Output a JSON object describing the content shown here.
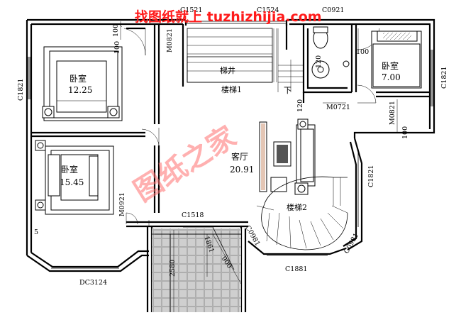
{
  "watermark": {
    "top": "找图纸就上 tuzhizhijia.com",
    "diagonal": "图纸之家"
  },
  "rooms": {
    "bedroom1": {
      "name": "卧室",
      "area": "12.25"
    },
    "bedroom2": {
      "name": "卧室",
      "area": "15.45"
    },
    "bedroom3": {
      "name": "卧室",
      "area": "7.00"
    },
    "living": {
      "name": "客厅",
      "area": "20.91"
    },
    "stairwell": "梯井",
    "stair1": "楼梯1",
    "stair2": "楼梯2",
    "down": "下"
  },
  "labels": {
    "c1521": "C1521",
    "c1524": "C1524",
    "c0921_top": "C0921",
    "c1821_left": "C1821",
    "c1821_right": "C1821",
    "c1821_mid": "C1821",
    "m0821_a": "M0821",
    "m0821_b": "M0821",
    "m0721": "M0721",
    "m0921": "M0921",
    "c1518": "C1518",
    "c0981_a": "C0981",
    "c0981_b": "C0981",
    "c1881": "C1881",
    "dc3124": "DC3124",
    "d100_a": "100",
    "d100_b": "100",
    "d100_c": "100",
    "d100_d": "100",
    "d120_a": "120",
    "d120_b": "120",
    "d1861": "1861",
    "d900": "900",
    "d2580": "2580",
    "d5": "5"
  }
}
